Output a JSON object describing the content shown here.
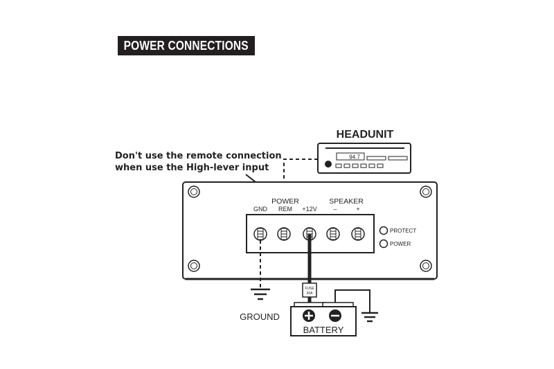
{
  "section_title": "POWER CONNECTIONS",
  "headunit": {
    "label": "HEADUNIT",
    "display_value": "94.7"
  },
  "note": {
    "line1": "Don't use the remote connection",
    "line2": "when use the High-lever input"
  },
  "terminals": {
    "group_power": "POWER",
    "group_speaker": "SPEAKER",
    "gnd": "GND",
    "rem": "REM",
    "plus12": "+12V",
    "spk_minus": "–",
    "spk_plus": "+"
  },
  "indicators": {
    "protect": "PROTECT",
    "power": "POWER"
  },
  "fuse": {
    "line1": "FUSE",
    "line2": "30A"
  },
  "ground_label": "GROUND",
  "battery": {
    "label": "BATTERY",
    "plus_symbol": "⊕",
    "minus_symbol": "⊖"
  },
  "colors": {
    "ink": "#222222",
    "banner_bg": "#231f20",
    "banner_text": "#ffffff"
  }
}
